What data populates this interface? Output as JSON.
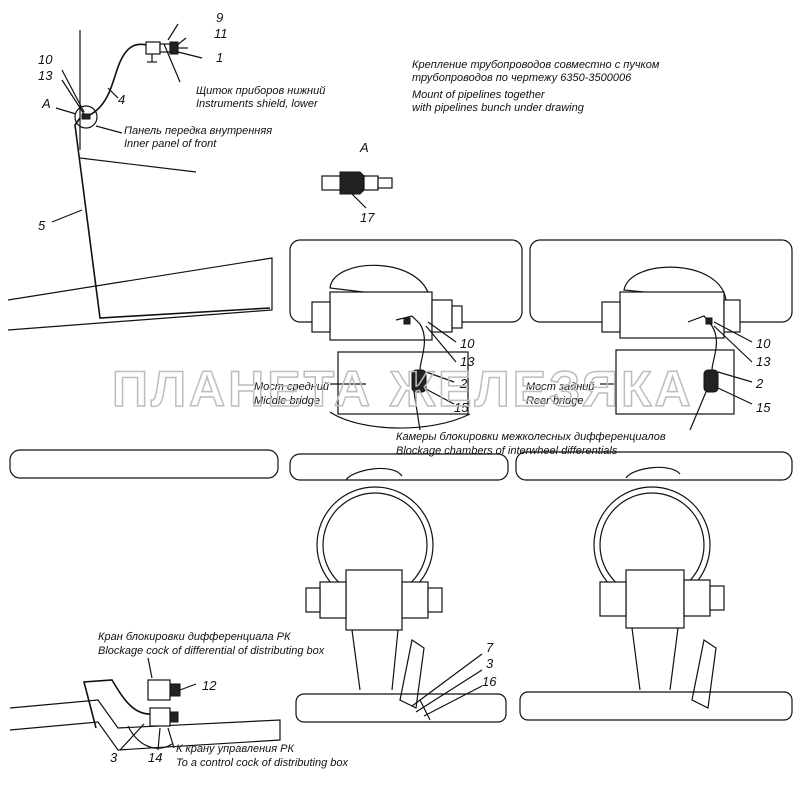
{
  "watermark": "ПЛАНЕТА ЖЕЛЕЗЯКА",
  "detail_letter": "A",
  "callouts": {
    "n9": "9",
    "n11": "11",
    "n1": "1",
    "n10a": "10",
    "n13a": "13",
    "n4": "4",
    "n5": "5",
    "n17": "17",
    "n10b": "10",
    "n13b": "13",
    "n2b": "2",
    "n15b": "15",
    "n10c": "10",
    "n13c": "13",
    "n2c": "2",
    "n15c": "15",
    "n7": "7",
    "n3a": "3",
    "n16": "16",
    "n12": "12",
    "n3b": "3",
    "n14": "14"
  },
  "labels": {
    "shield_ru": "Щиток приборов нижний",
    "shield_en": "Instruments shield, lower",
    "panel_ru": "Панель передка внутренняя",
    "panel_en": "Inner panel of front",
    "mount_ru1": "Крепление трубопроводов совместно с пучком",
    "mount_ru2": "трубопроводов по чертежу 6350-3500006",
    "mount_en1": "Mount of pipelines together",
    "mount_en2": "with pipelines bunch under drawing",
    "middle_ru": "Мост средний",
    "middle_en": "Middle bridge",
    "rear_ru": "Мост задний",
    "rear_en": "Rear bridge",
    "chambers_ru": "Камеры блокировки межколесных дифференциалов",
    "chambers_en": "Blockage chambers of interwheel differentials",
    "cock_ru": "Кран блокировки дифференциала РК",
    "cock_en": "Blockage cock of differential of distributing box",
    "control_ru": "К крану управления РК",
    "control_en": "To a control cock of distributing box"
  }
}
